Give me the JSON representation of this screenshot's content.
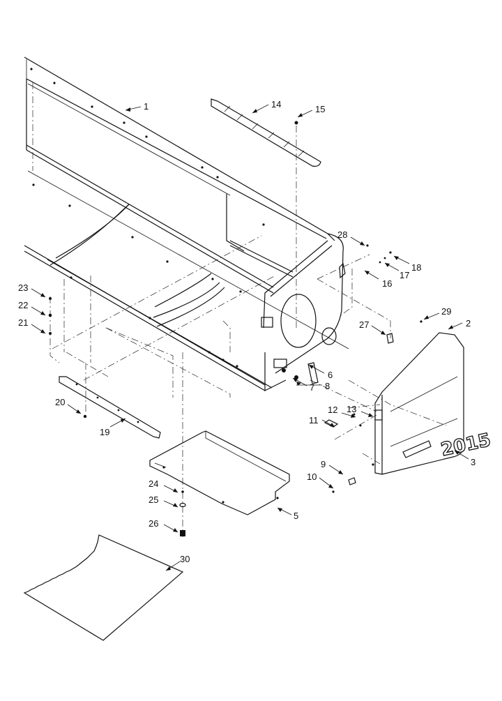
{
  "diagram": {
    "callouts": [
      {
        "id": "1",
        "text": "1"
      },
      {
        "id": "2",
        "text": "2"
      },
      {
        "id": "3",
        "text": "3"
      },
      {
        "id": "5",
        "text": "5"
      },
      {
        "id": "6",
        "text": "6"
      },
      {
        "id": "7",
        "text": "7"
      },
      {
        "id": "8",
        "text": "8"
      },
      {
        "id": "9",
        "text": "9"
      },
      {
        "id": "10",
        "text": "10"
      },
      {
        "id": "11",
        "text": "11"
      },
      {
        "id": "12",
        "text": "12"
      },
      {
        "id": "13",
        "text": "13"
      },
      {
        "id": "14",
        "text": "14"
      },
      {
        "id": "15",
        "text": "15"
      },
      {
        "id": "16",
        "text": "16"
      },
      {
        "id": "17",
        "text": "17"
      },
      {
        "id": "18",
        "text": "18"
      },
      {
        "id": "19",
        "text": "19"
      },
      {
        "id": "20",
        "text": "20"
      },
      {
        "id": "21",
        "text": "21"
      },
      {
        "id": "22",
        "text": "22"
      },
      {
        "id": "23",
        "text": "23"
      },
      {
        "id": "24",
        "text": "24"
      },
      {
        "id": "25",
        "text": "25"
      },
      {
        "id": "26",
        "text": "26"
      },
      {
        "id": "27",
        "text": "27"
      },
      {
        "id": "28",
        "text": "28"
      },
      {
        "id": "29",
        "text": "29"
      },
      {
        "id": "30",
        "text": "30"
      }
    ],
    "logo": "2015"
  }
}
